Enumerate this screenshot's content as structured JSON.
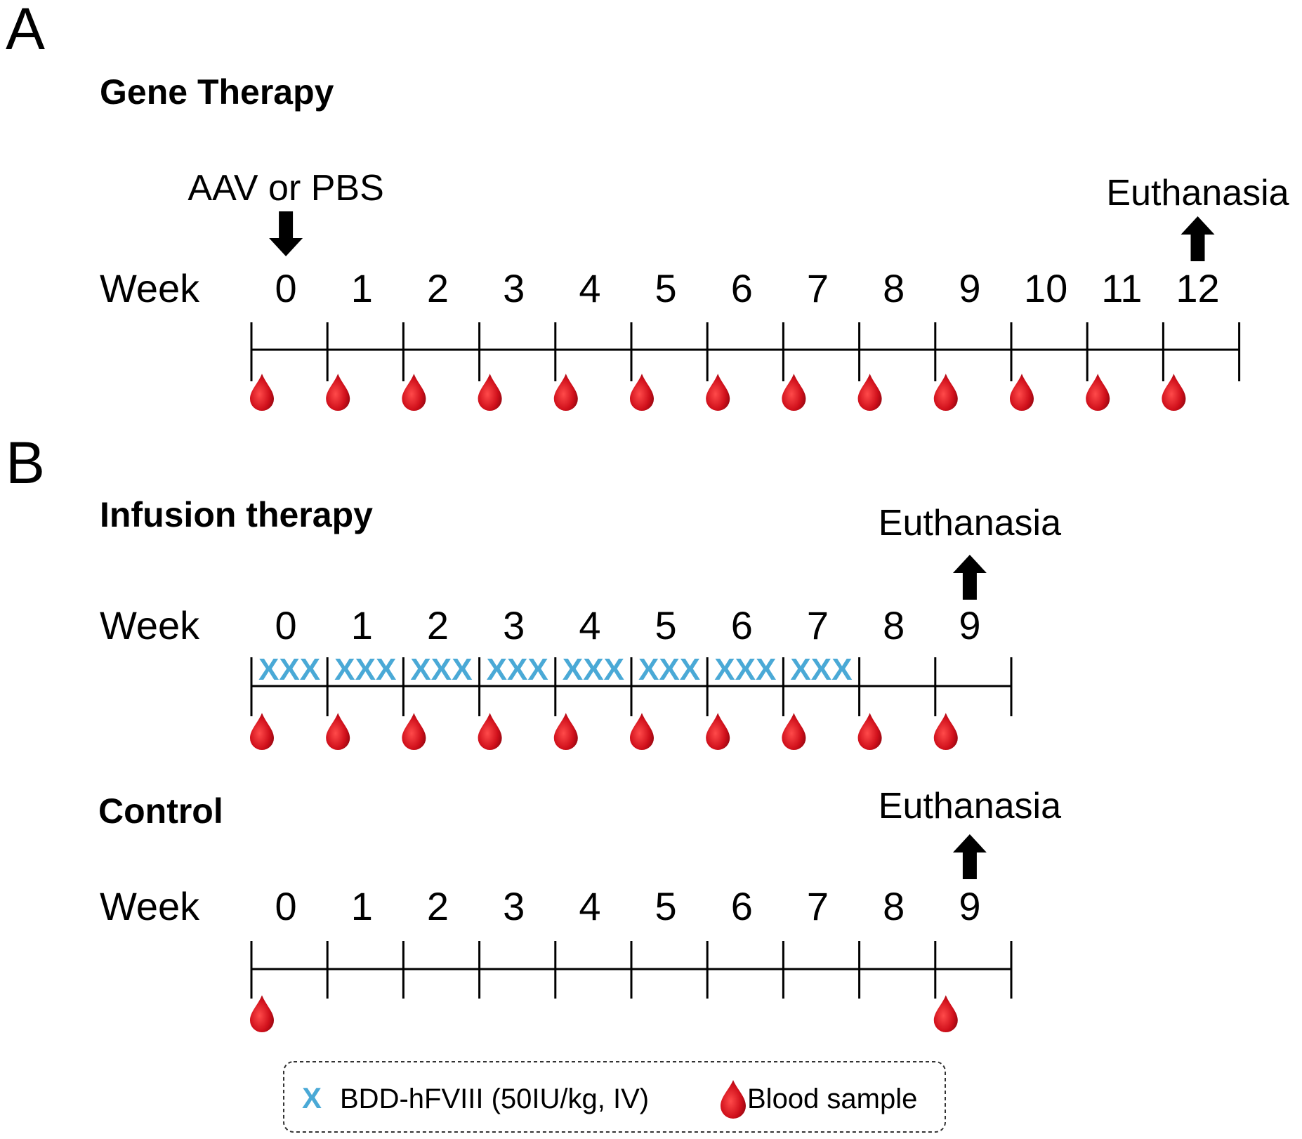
{
  "panels": [
    {
      "letter": "A",
      "sections": [
        {
          "id": "gene",
          "title": "Gene Therapy",
          "week_label": "Week",
          "weeks": [
            "0",
            "1",
            "2",
            "3",
            "4",
            "5",
            "6",
            "7",
            "8",
            "9",
            "10",
            "11",
            "12"
          ],
          "blood_sample_weeks": [
            0,
            1,
            2,
            3,
            4,
            5,
            6,
            7,
            8,
            9,
            10,
            11,
            12
          ],
          "infusion_weeks": [],
          "annotations": [
            {
              "text": "AAV or PBS",
              "week": 0,
              "arrow": "down"
            },
            {
              "text": "Euthanasia",
              "week": 12,
              "arrow": "up"
            }
          ]
        }
      ]
    },
    {
      "letter": "B",
      "sections": [
        {
          "id": "infusion",
          "title": "Infusion therapy",
          "week_label": "Week",
          "weeks": [
            "0",
            "1",
            "2",
            "3",
            "4",
            "5",
            "6",
            "7",
            "8",
            "9"
          ],
          "blood_sample_weeks": [
            0,
            1,
            2,
            3,
            4,
            5,
            6,
            7,
            8,
            9
          ],
          "infusion_weeks": [
            0,
            1,
            2,
            3,
            4,
            5,
            6,
            7
          ],
          "infusion_mark": "XXX",
          "annotations": [
            {
              "text": "Euthanasia",
              "week": 9,
              "arrow": "up"
            }
          ]
        },
        {
          "id": "control",
          "title": "Control",
          "week_label": "Week",
          "weeks": [
            "0",
            "1",
            "2",
            "3",
            "4",
            "5",
            "6",
            "7",
            "8",
            "9"
          ],
          "blood_sample_weeks": [
            0,
            9
          ],
          "infusion_weeks": [],
          "annotations": [
            {
              "text": "Euthanasia",
              "week": 9,
              "arrow": "up"
            }
          ]
        }
      ]
    }
  ],
  "legend": {
    "infusion_symbol": "X",
    "infusion_label": "BDD-hFVIII (50IU/kg, IV)",
    "blood_label": "Blood sample"
  },
  "colors": {
    "blood": "#d0101b",
    "infusion": "#4aa9d6",
    "line": "#000000"
  }
}
